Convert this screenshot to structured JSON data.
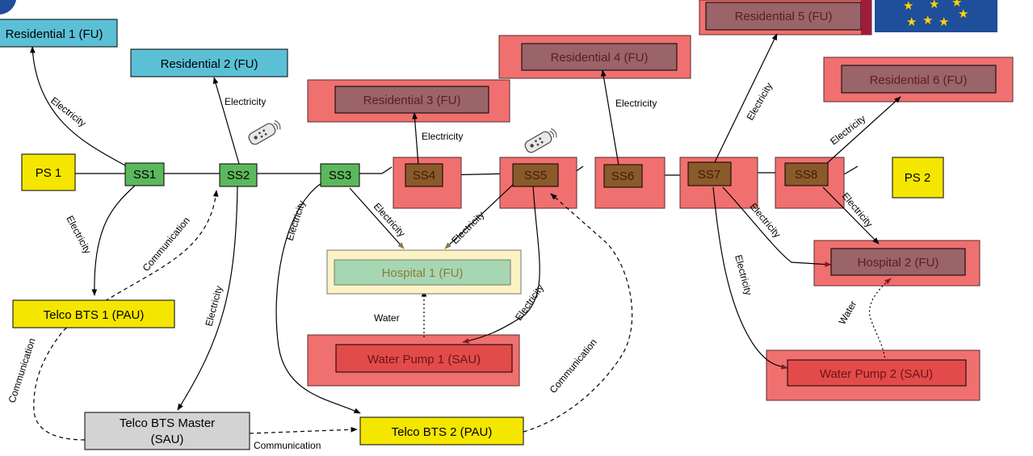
{
  "colors": {
    "fu_blue": "#5bc0d6",
    "ss_green": "#5cb85c",
    "ss_affected": "#8b5a2b",
    "ps_yellow": "#f5e600",
    "affected_red": "#f07070",
    "affected_inner": "#9a6468",
    "hospital_frame": "#fbf3c4",
    "hospital_fill": "#a7d7b2",
    "pump_inner": "#e34b4b",
    "master_grey": "#d3d3d3"
  },
  "nodes": {
    "res1": "Residential 1 (FU)",
    "res2": "Residential 2 (FU)",
    "res3": "Residential 3 (FU)",
    "res4": "Residential 4 (FU)",
    "res5": "Residential 5 (FU)",
    "res6": "Residential 6 (FU)",
    "ps1": "PS 1",
    "ps2": "PS 2",
    "ss1": "SS1",
    "ss2": "SS2",
    "ss3": "SS3",
    "ss4": "SS4",
    "ss5": "SS5",
    "ss6": "SS6",
    "ss7": "SS7",
    "ss8": "SS8",
    "hospital1": "Hospital 1 (FU)",
    "hospital2": "Hospital 2 (FU)",
    "pump1": "Water Pump 1 (SAU)",
    "pump2": "Water Pump 2 (SAU)",
    "telco1": "Telco BTS 1 (PAU)",
    "telco2": "Telco BTS 2 (PAU)",
    "master_line1": "Telco BTS Master",
    "master_line2": "(SAU)"
  },
  "edge_labels": {
    "electricity": "Electricity",
    "communication": "Communication",
    "water": "Water"
  },
  "icons": [
    "remote-control-icon",
    "eu-flag-icon"
  ]
}
